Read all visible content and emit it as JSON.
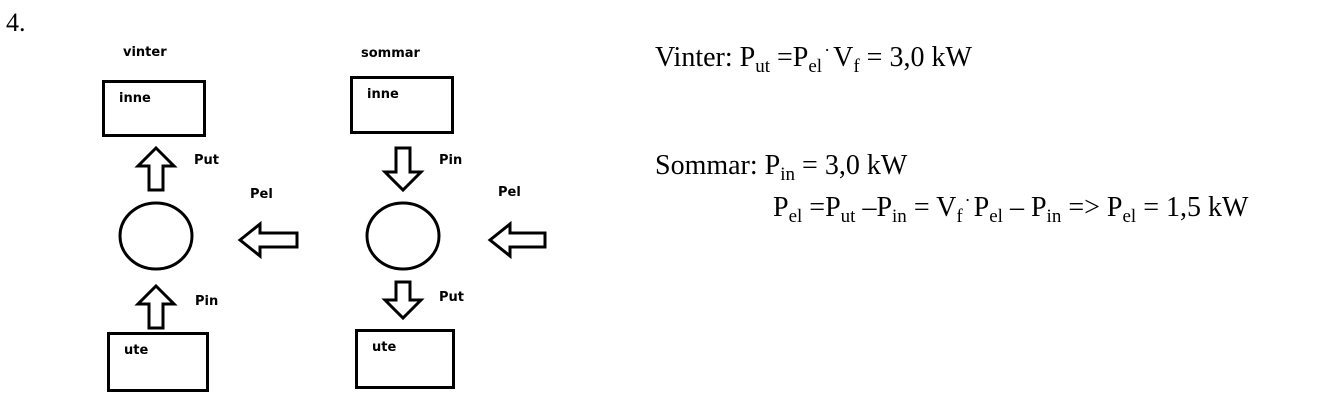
{
  "question_number": "4.",
  "diagram": {
    "winter": {
      "title": "vinter",
      "top_box": "inne",
      "bottom_box": "ute",
      "arrow_top_label": "Put",
      "arrow_bottom_label": "Pin",
      "side_label": "Pel"
    },
    "summer": {
      "title": "sommar",
      "top_box": "inne",
      "bottom_box": "ute",
      "arrow_top_label": "Pin",
      "arrow_bottom_label": "Put",
      "side_label": "Pel"
    }
  },
  "equations": {
    "winter": {
      "prefix": "Vinter: ",
      "P": "P",
      "ut": "ut",
      "el": "el",
      "eq": " =",
      "V": "V",
      "f": "f",
      "result": " = 3,0 kW"
    },
    "summer1": {
      "prefix": "Sommar: ",
      "P": "P",
      "in": "in",
      "result": " = 3,0 kW"
    },
    "summer2": {
      "P": "P",
      "el": "el",
      "ut": "ut",
      "in": "in",
      "V": "V",
      "f": "f",
      "eq1": " =",
      "minus1": " –",
      "eq2": " = ",
      "minus2": " – ",
      "implies": " => ",
      "result": " = 1,5 kW"
    }
  }
}
